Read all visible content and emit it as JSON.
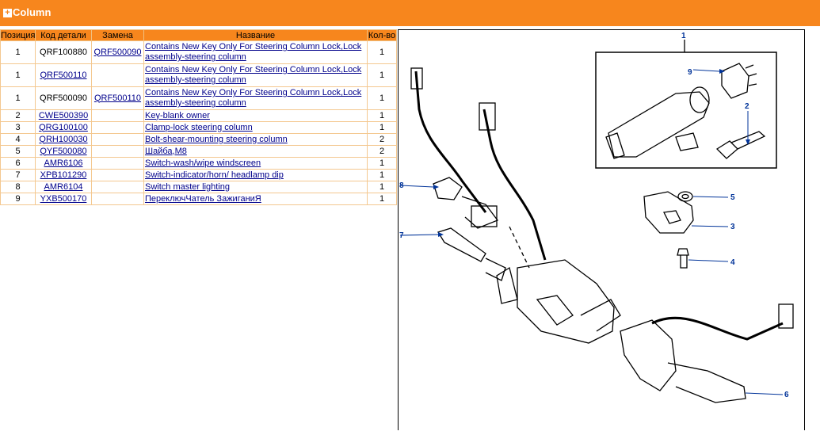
{
  "header": {
    "title": "Column"
  },
  "table": {
    "columns": [
      "Позиция",
      "Код детали",
      "Замена",
      "Название",
      "Кол-во"
    ],
    "rows": [
      {
        "pos": "1",
        "code": "QRF100880",
        "code_link": false,
        "replacement": "QRF500090",
        "name": "Contains New Key Only For Steering Column Lock,Lock assembly-steering column",
        "qty": "1"
      },
      {
        "pos": "1",
        "code": "QRF500110",
        "code_link": true,
        "replacement": "",
        "name": "Contains New Key Only For Steering Column Lock,Lock assembly-steering column",
        "qty": "1"
      },
      {
        "pos": "1",
        "code": "QRF500090",
        "code_link": false,
        "replacement": "QRF500110",
        "name": "Contains New Key Only For Steering Column Lock,Lock assembly-steering column",
        "qty": "1"
      },
      {
        "pos": "2",
        "code": "CWE500390",
        "code_link": true,
        "replacement": "",
        "name": "Key-blank owner",
        "qty": "1"
      },
      {
        "pos": "3",
        "code": "QRG100100",
        "code_link": true,
        "replacement": "",
        "name": "Clamp-lock steering column",
        "qty": "1"
      },
      {
        "pos": "4",
        "code": "QRH100030",
        "code_link": true,
        "replacement": "",
        "name": "Bolt-shear-mounting steering column",
        "qty": "2"
      },
      {
        "pos": "5",
        "code": "QYF500080",
        "code_link": true,
        "replacement": "",
        "name": "Шайба,M8",
        "qty": "2"
      },
      {
        "pos": "6",
        "code": "AMR6106",
        "code_link": true,
        "replacement": "",
        "name": "Switch-wash/wipe windscreen",
        "qty": "1"
      },
      {
        "pos": "7",
        "code": "XPB101290",
        "code_link": true,
        "replacement": "",
        "name": "Switch-indicator/horn/ headlamp dip",
        "qty": "1"
      },
      {
        "pos": "8",
        "code": "AMR6104",
        "code_link": true,
        "replacement": "",
        "name": "Switch master lighting",
        "qty": "1"
      },
      {
        "pos": "9",
        "code": "YXB500170",
        "code_link": true,
        "replacement": "",
        "name": "ПереключЧатель ЗажиганиЯ",
        "qty": "1"
      }
    ]
  },
  "diagram": {
    "callouts": [
      "1",
      "2",
      "3",
      "4",
      "5",
      "6",
      "7",
      "8",
      "9"
    ]
  },
  "colors": {
    "accent": "#f7861d",
    "link": "#00008b",
    "callout": "#003399"
  }
}
